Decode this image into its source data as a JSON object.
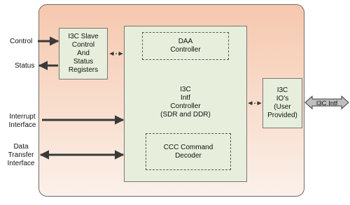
{
  "blocks": {
    "slave_registers": "I3C Slave\nControl\nAnd\nStatus\nRegisters",
    "main_controller": "I3C\nIntf\nController\n(SDR and DDR)",
    "daa": "DAA\nController",
    "ccc": "CCC Command\nDecoder",
    "io": "I3C\nIO's\n(User\nProvided)"
  },
  "signals": {
    "control": "Control",
    "status": "Status",
    "interrupt": "Interrupt\nInterface",
    "data_transfer": "Data\nTransfer\nInterface",
    "i3c_intf": "I3C Intf"
  },
  "colors": {
    "container_top": "#f6c8ae",
    "container_bottom": "#fbf1ea",
    "block_fill": "#e7efdc",
    "arrow": "#3a3a3a",
    "big_arrow_fill": "#bfbfbf"
  }
}
